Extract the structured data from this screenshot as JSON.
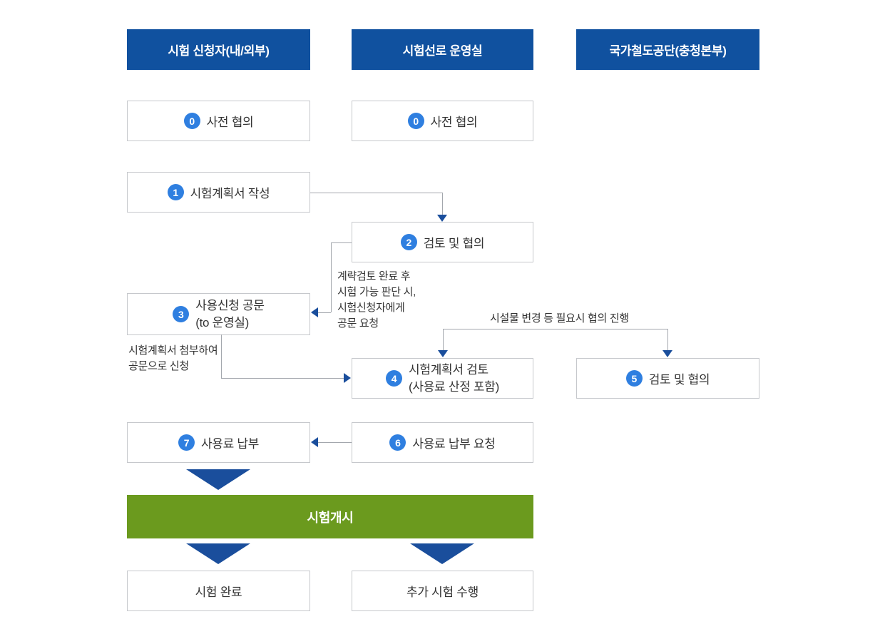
{
  "columns": [
    {
      "header": "시험 신청자(내/외부)"
    },
    {
      "header": "시험선로 운영실"
    },
    {
      "header": "국가철도공단(충청본부)"
    }
  ],
  "steps": {
    "s0a": {
      "num": "0",
      "label": "사전 협의"
    },
    "s0b": {
      "num": "0",
      "label": "사전 협의"
    },
    "s1": {
      "num": "1",
      "label": "시험계획서 작성"
    },
    "s2": {
      "num": "2",
      "label": "검토 및 협의"
    },
    "s3": {
      "num": "3",
      "label": "사용신청 공문",
      "label2": "(to 운영실)"
    },
    "s4": {
      "num": "4",
      "label": "시험계획서 검토",
      "label2": "(사용료 산정 포함)"
    },
    "s5": {
      "num": "5",
      "label": "검토 및 협의"
    },
    "s6": {
      "num": "6",
      "label": "사용료 납부 요청"
    },
    "s7": {
      "num": "7",
      "label": "사용료 납부"
    }
  },
  "banners": {
    "start": "시험개시"
  },
  "results": {
    "complete": "시험 완료",
    "additional": "추가 시험 수행"
  },
  "notes": {
    "request": [
      "계략검토 완료 후",
      "시험 가능 판단 시,",
      "시험신청자에게",
      "공문 요청"
    ],
    "apply": [
      "시험계획서 첨부하여",
      "공문으로 신청"
    ],
    "facility": "시설물 변경 등 필요시 협의 진행"
  },
  "colors": {
    "header_blue": "#10519f",
    "badge_blue": "#2f7fe0",
    "arrow_blue": "#1a4e9c",
    "start_green": "#6b9a1e",
    "box_border": "#c6c8cc",
    "line_gray": "#a3a7ad",
    "text": "#333333"
  }
}
